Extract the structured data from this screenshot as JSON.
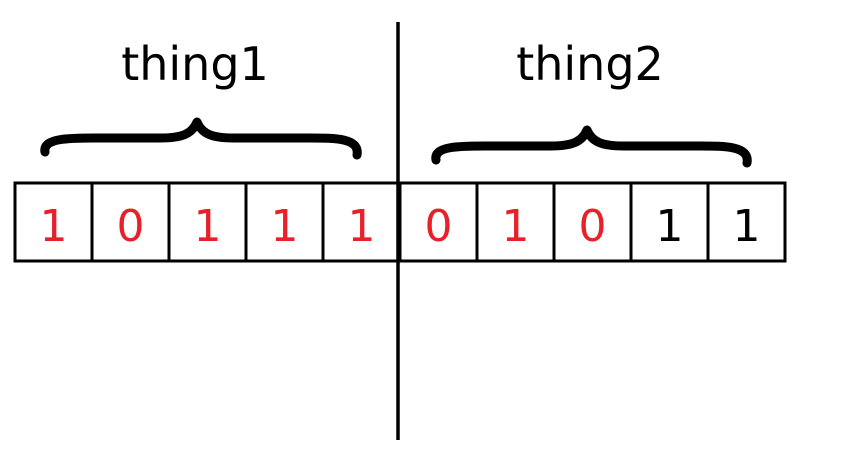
{
  "colors": {
    "marked": "#e8202a",
    "plain": "#000000"
  },
  "groups": [
    {
      "label": "thing1"
    },
    {
      "label": "thing2"
    }
  ],
  "bits": [
    {
      "value": "1",
      "marked": true
    },
    {
      "value": "0",
      "marked": true
    },
    {
      "value": "1",
      "marked": true
    },
    {
      "value": "1",
      "marked": true
    },
    {
      "value": "1",
      "marked": true
    },
    {
      "value": "0",
      "marked": true
    },
    {
      "value": "1",
      "marked": true
    },
    {
      "value": "0",
      "marked": true
    },
    {
      "value": "1",
      "marked": false
    },
    {
      "value": "1",
      "marked": false
    }
  ]
}
